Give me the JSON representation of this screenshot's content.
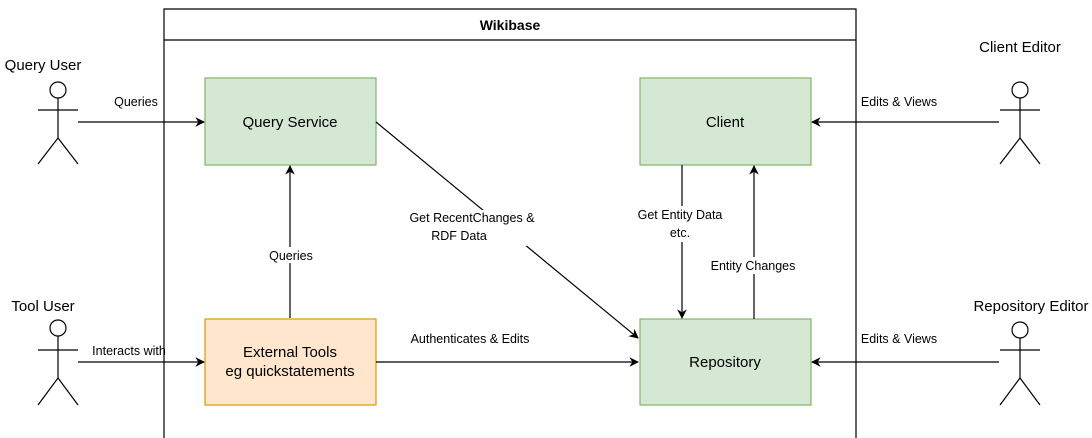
{
  "diagram": {
    "container_title": "Wikibase",
    "nodes": {
      "query_service": {
        "label": "Query Service",
        "fill": "#d5e8d4",
        "stroke": "#82b366"
      },
      "client": {
        "label": "Client",
        "fill": "#d5e8d4",
        "stroke": "#82b366"
      },
      "external_tools": {
        "label_line1": "External Tools",
        "label_line2": "eg quickstatements",
        "fill": "#ffe6cc",
        "stroke": "#d79b00"
      },
      "repository": {
        "label": "Repository",
        "fill": "#d5e8d4",
        "stroke": "#82b366"
      }
    },
    "actors": {
      "query_user": "Query User",
      "tool_user": "Tool User",
      "client_editor": "Client Editor",
      "repository_editor": "Repository Editor"
    },
    "edges": {
      "query_user_queries": "Queries",
      "tool_user_interacts": "Interacts with",
      "external_queries": "Queries",
      "get_recent_line1": "Get RecentChanges &",
      "get_recent_line2": "RDF Data",
      "authenticates_edits": "Authenticates & Edits",
      "get_entity_line1": "Get Entity Data",
      "get_entity_line2": "etc.",
      "entity_changes": "Entity Changes",
      "client_editor_edits": "Edits & Views",
      "repo_editor_edits": "Edits & Views"
    }
  }
}
